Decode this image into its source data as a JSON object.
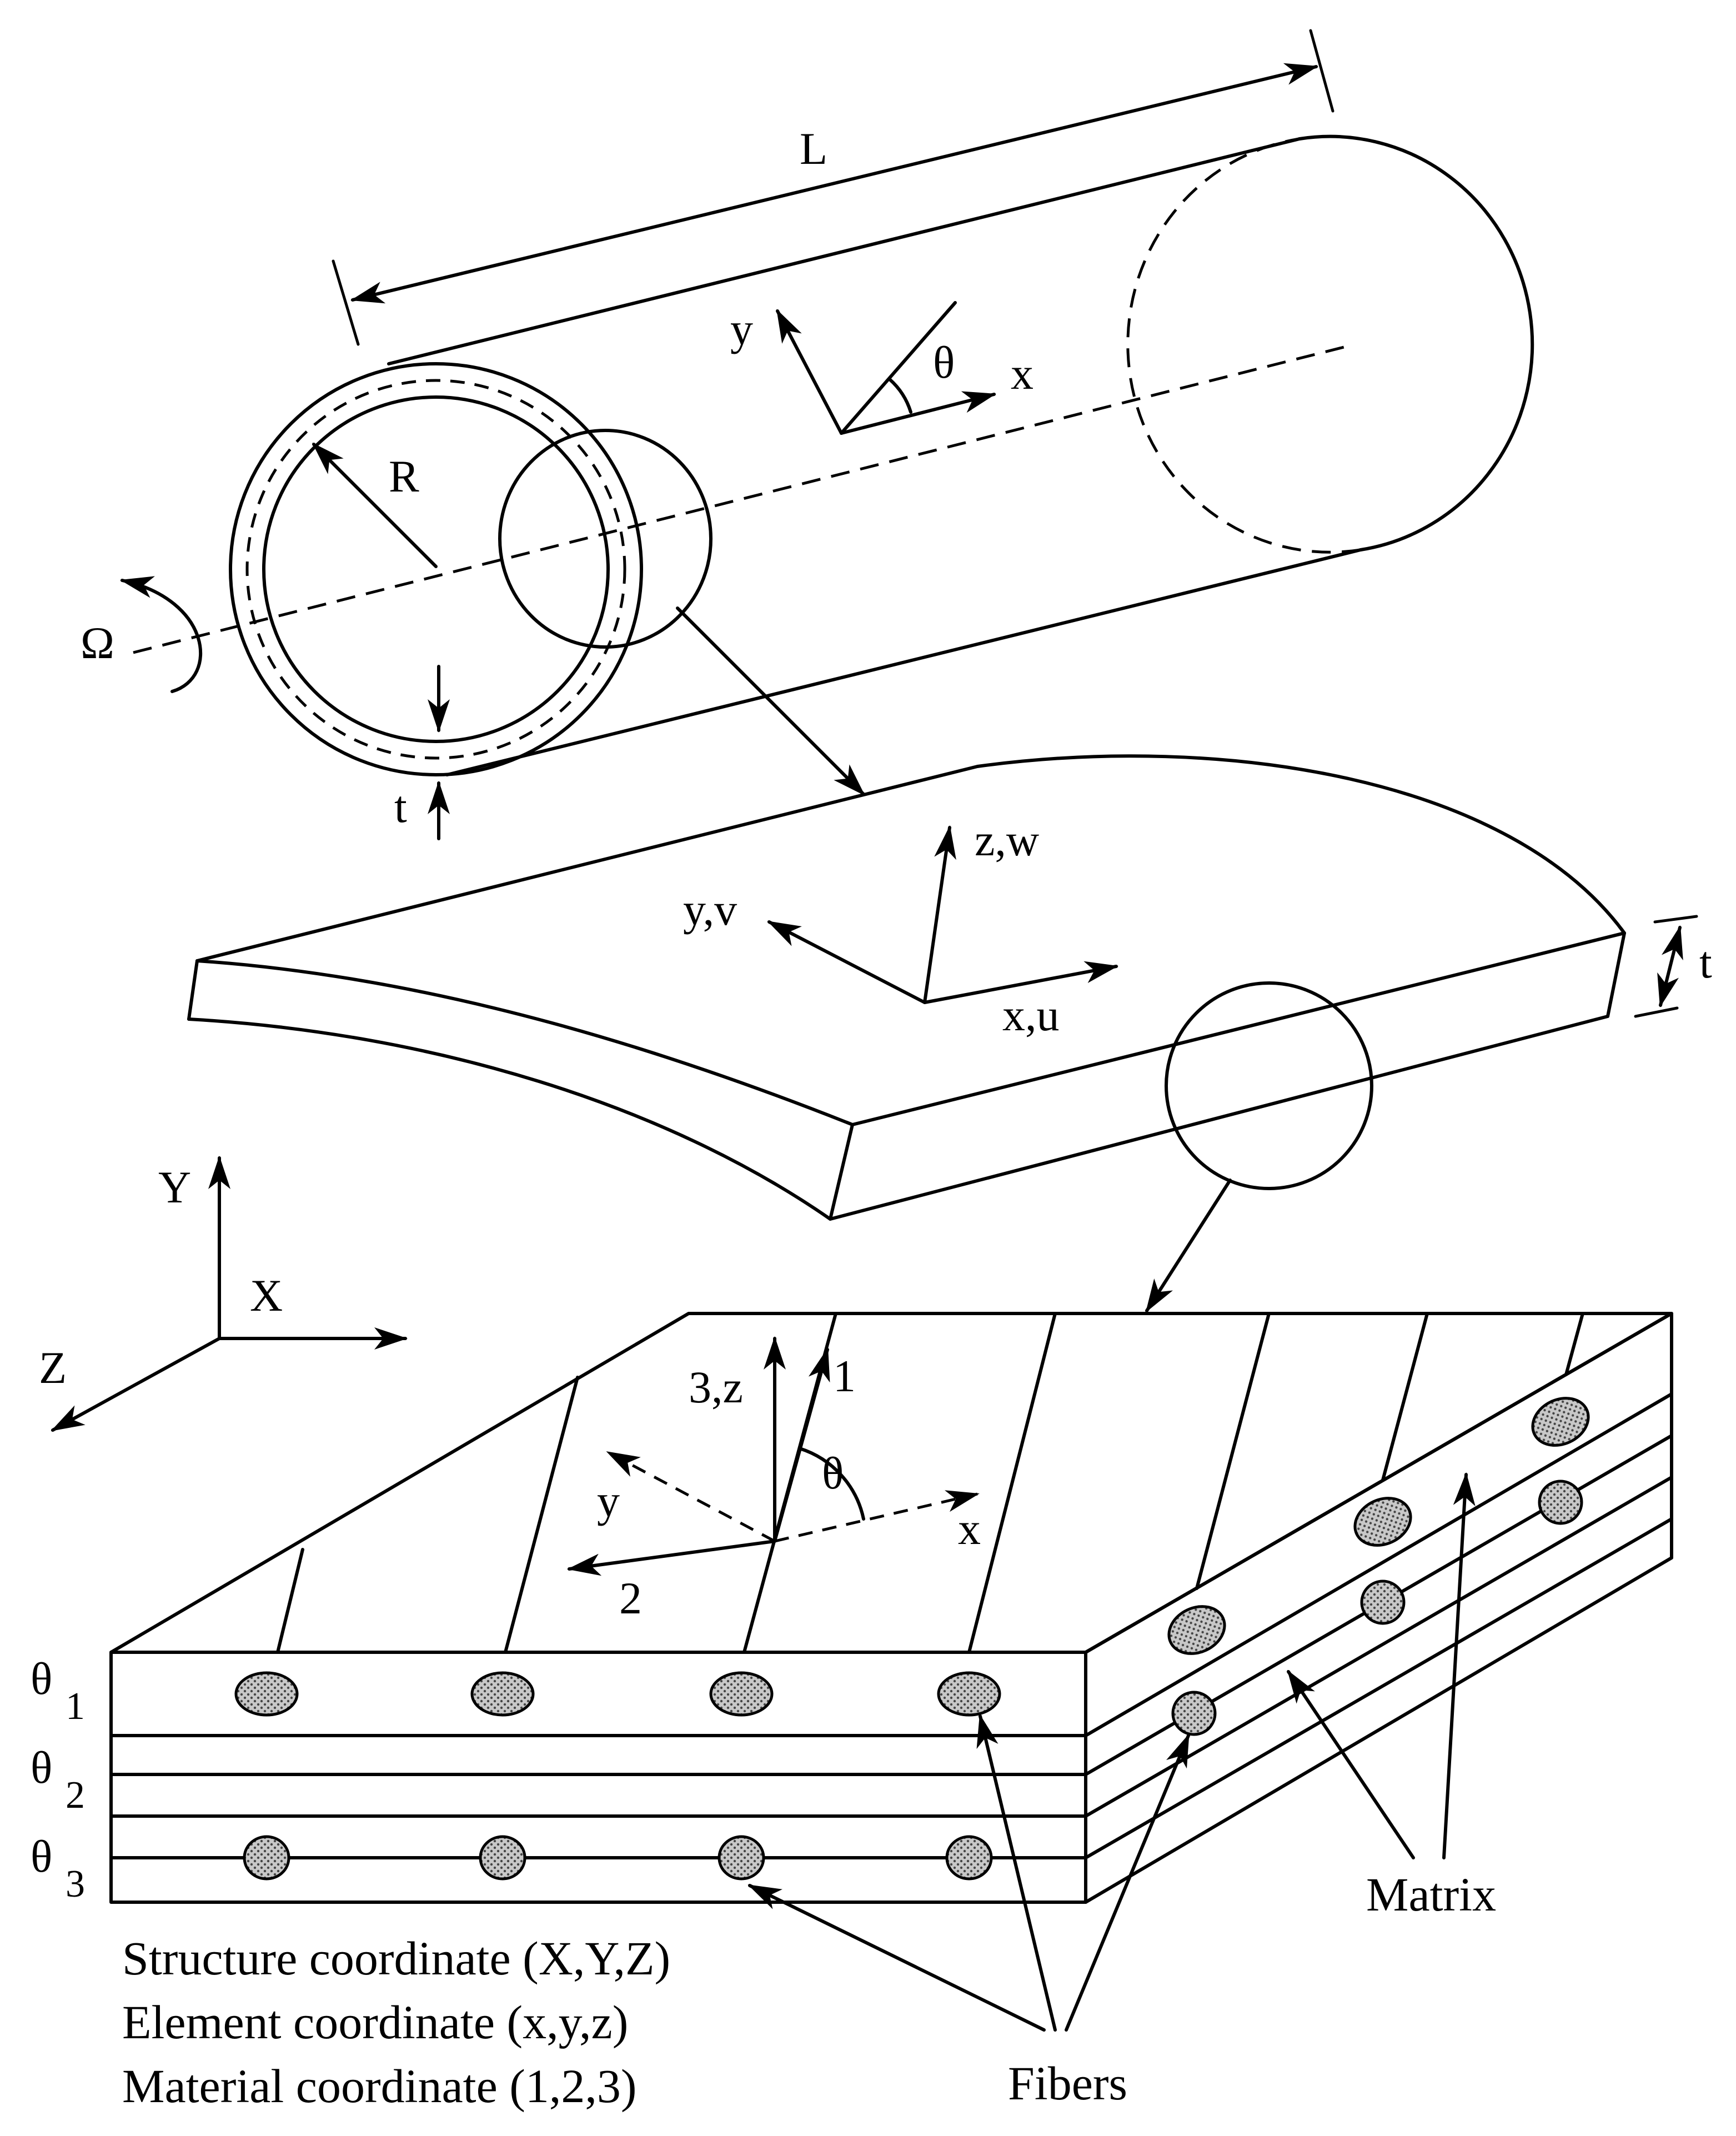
{
  "cylinder": {
    "length_label": "L",
    "radius_label": "R",
    "thickness_label": "t",
    "rotation_label": "Ω",
    "axis_y": "y",
    "axis_x": "x",
    "angle": "θ"
  },
  "shell_element": {
    "axis_z": "z,w",
    "axis_y": "y,v",
    "axis_x": "x,u",
    "thickness_label": "t"
  },
  "structure_axes": {
    "Y": "Y",
    "X": "X",
    "Z": "Z"
  },
  "laminate": {
    "axis_3z": "3,z",
    "axis_1": "1",
    "axis_y": "y",
    "axis_2": "2",
    "axis_x": "x",
    "angle": "θ",
    "plies": [
      {
        "symbol": "θ",
        "index": "1"
      },
      {
        "symbol": "θ",
        "index": "2"
      },
      {
        "symbol": "θ",
        "index": "3"
      }
    ],
    "matrix_label": "Matrix",
    "fibers_label": "Fibers"
  },
  "legend": [
    "Structure coordinate (X,Y,Z)",
    "Element coordinate (x,y,z)",
    "Material coordinate (1,2,3)"
  ]
}
